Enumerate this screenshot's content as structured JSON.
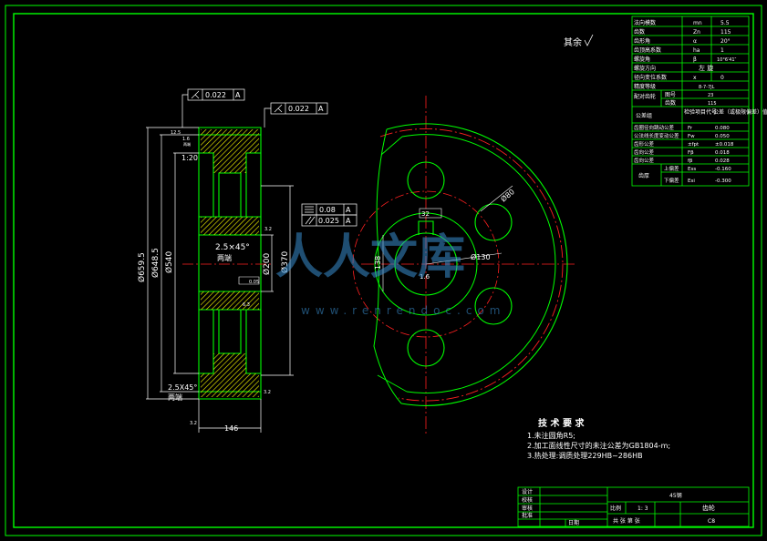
{
  "drawing": {
    "colors": {
      "frame": "#00ff00",
      "line": "#00ff00",
      "center": "#ff2020",
      "hatch": "#ffff00",
      "dim": "#ffffff",
      "watermark": "#3a8fd0"
    },
    "roughness_note": "其余",
    "tolerances": {
      "runout1": "0.022",
      "runout1_datum": "A",
      "runout2": "0.022",
      "runout2_datum": "A",
      "sym": "0.08",
      "sym_datum": "A",
      "par": "0.025",
      "par_datum": "A"
    },
    "dims": {
      "d_tip": "Ø659.5",
      "d_pitch": "Ø648.5",
      "d_root": "Ø540",
      "d_bore": "Ø200",
      "d_hub": "Ø370",
      "width": "146",
      "chamfer1": "2.5×45°",
      "chamfer1_note": "两端",
      "chamfer2": "2.5X45°",
      "chamfer2_note": "两端",
      "taper": "1:20",
      "keyway_w": "32",
      "keyway_h": "138",
      "hole_pcd": "Ø130",
      "hole_dia": "Ø80",
      "rough_small": "1.6",
      "rough_a": "3.2",
      "rough_b": "0.05",
      "rough_c": "6.3",
      "rough_d": "12.5",
      "rough_e": "1.6",
      "rough_f": "3.2",
      "rough_g": "3.2",
      "rough_note": "两端"
    },
    "tech_req": {
      "title": "技 术 要 求",
      "items": [
        "1.未注圆角R5;",
        "2.加工面线性尺寸的未注公差为GB1804-m;",
        "3.热处理:调质处理229HB~286HB"
      ]
    },
    "param_table": {
      "rows": [
        [
          "法向模数",
          "mn",
          "5.5"
        ],
        [
          "齿数",
          "Zn",
          "115"
        ],
        [
          "齿形角",
          "α",
          "20°"
        ],
        [
          "齿顶高系数",
          "ha",
          "1"
        ],
        [
          "螺旋角",
          "β",
          "10°6′41″"
        ],
        [
          "螺旋方向",
          "",
          "左 旋"
        ],
        [
          "径向变位系数",
          "x",
          "0"
        ],
        [
          "精度等级",
          "",
          "8-7-7JL"
        ],
        [
          "配对齿轮",
          "图号",
          ""
        ],
        [
          "",
          "齿数",
          "23"
        ],
        [
          "",
          "",
          "115"
        ]
      ],
      "group_header": [
        "公差组",
        "检验项目代号",
        "公差（或极限偏差）值"
      ],
      "group_rows": [
        [
          "齿圈径向跳动公差",
          "Fr",
          "0.080"
        ],
        [
          "公法线长度变动公差",
          "Fw",
          "0.050"
        ],
        [
          "齿形公差",
          "±fpt",
          "±0.018"
        ],
        [
          "齿向公差",
          "Fβ",
          "0.018"
        ],
        [
          "齿向公差",
          "fβ",
          "0.028"
        ],
        [
          "齿厚",
          "上偏差",
          "Ess",
          "-0.160"
        ],
        [
          "",
          "下偏差",
          "Esi",
          "-0.300"
        ]
      ]
    },
    "title_block": {
      "row_labels": [
        "设计",
        "校核",
        "审核",
        "批准",
        "日期"
      ],
      "material": "45钢",
      "scale_label": "比例",
      "scale": "1: 3",
      "drawing_name": "齿轮",
      "sheets": "共 张 第 张",
      "code": "C8"
    },
    "watermark": {
      "text": "人人文库",
      "url": "www.renrendoc.com"
    }
  }
}
